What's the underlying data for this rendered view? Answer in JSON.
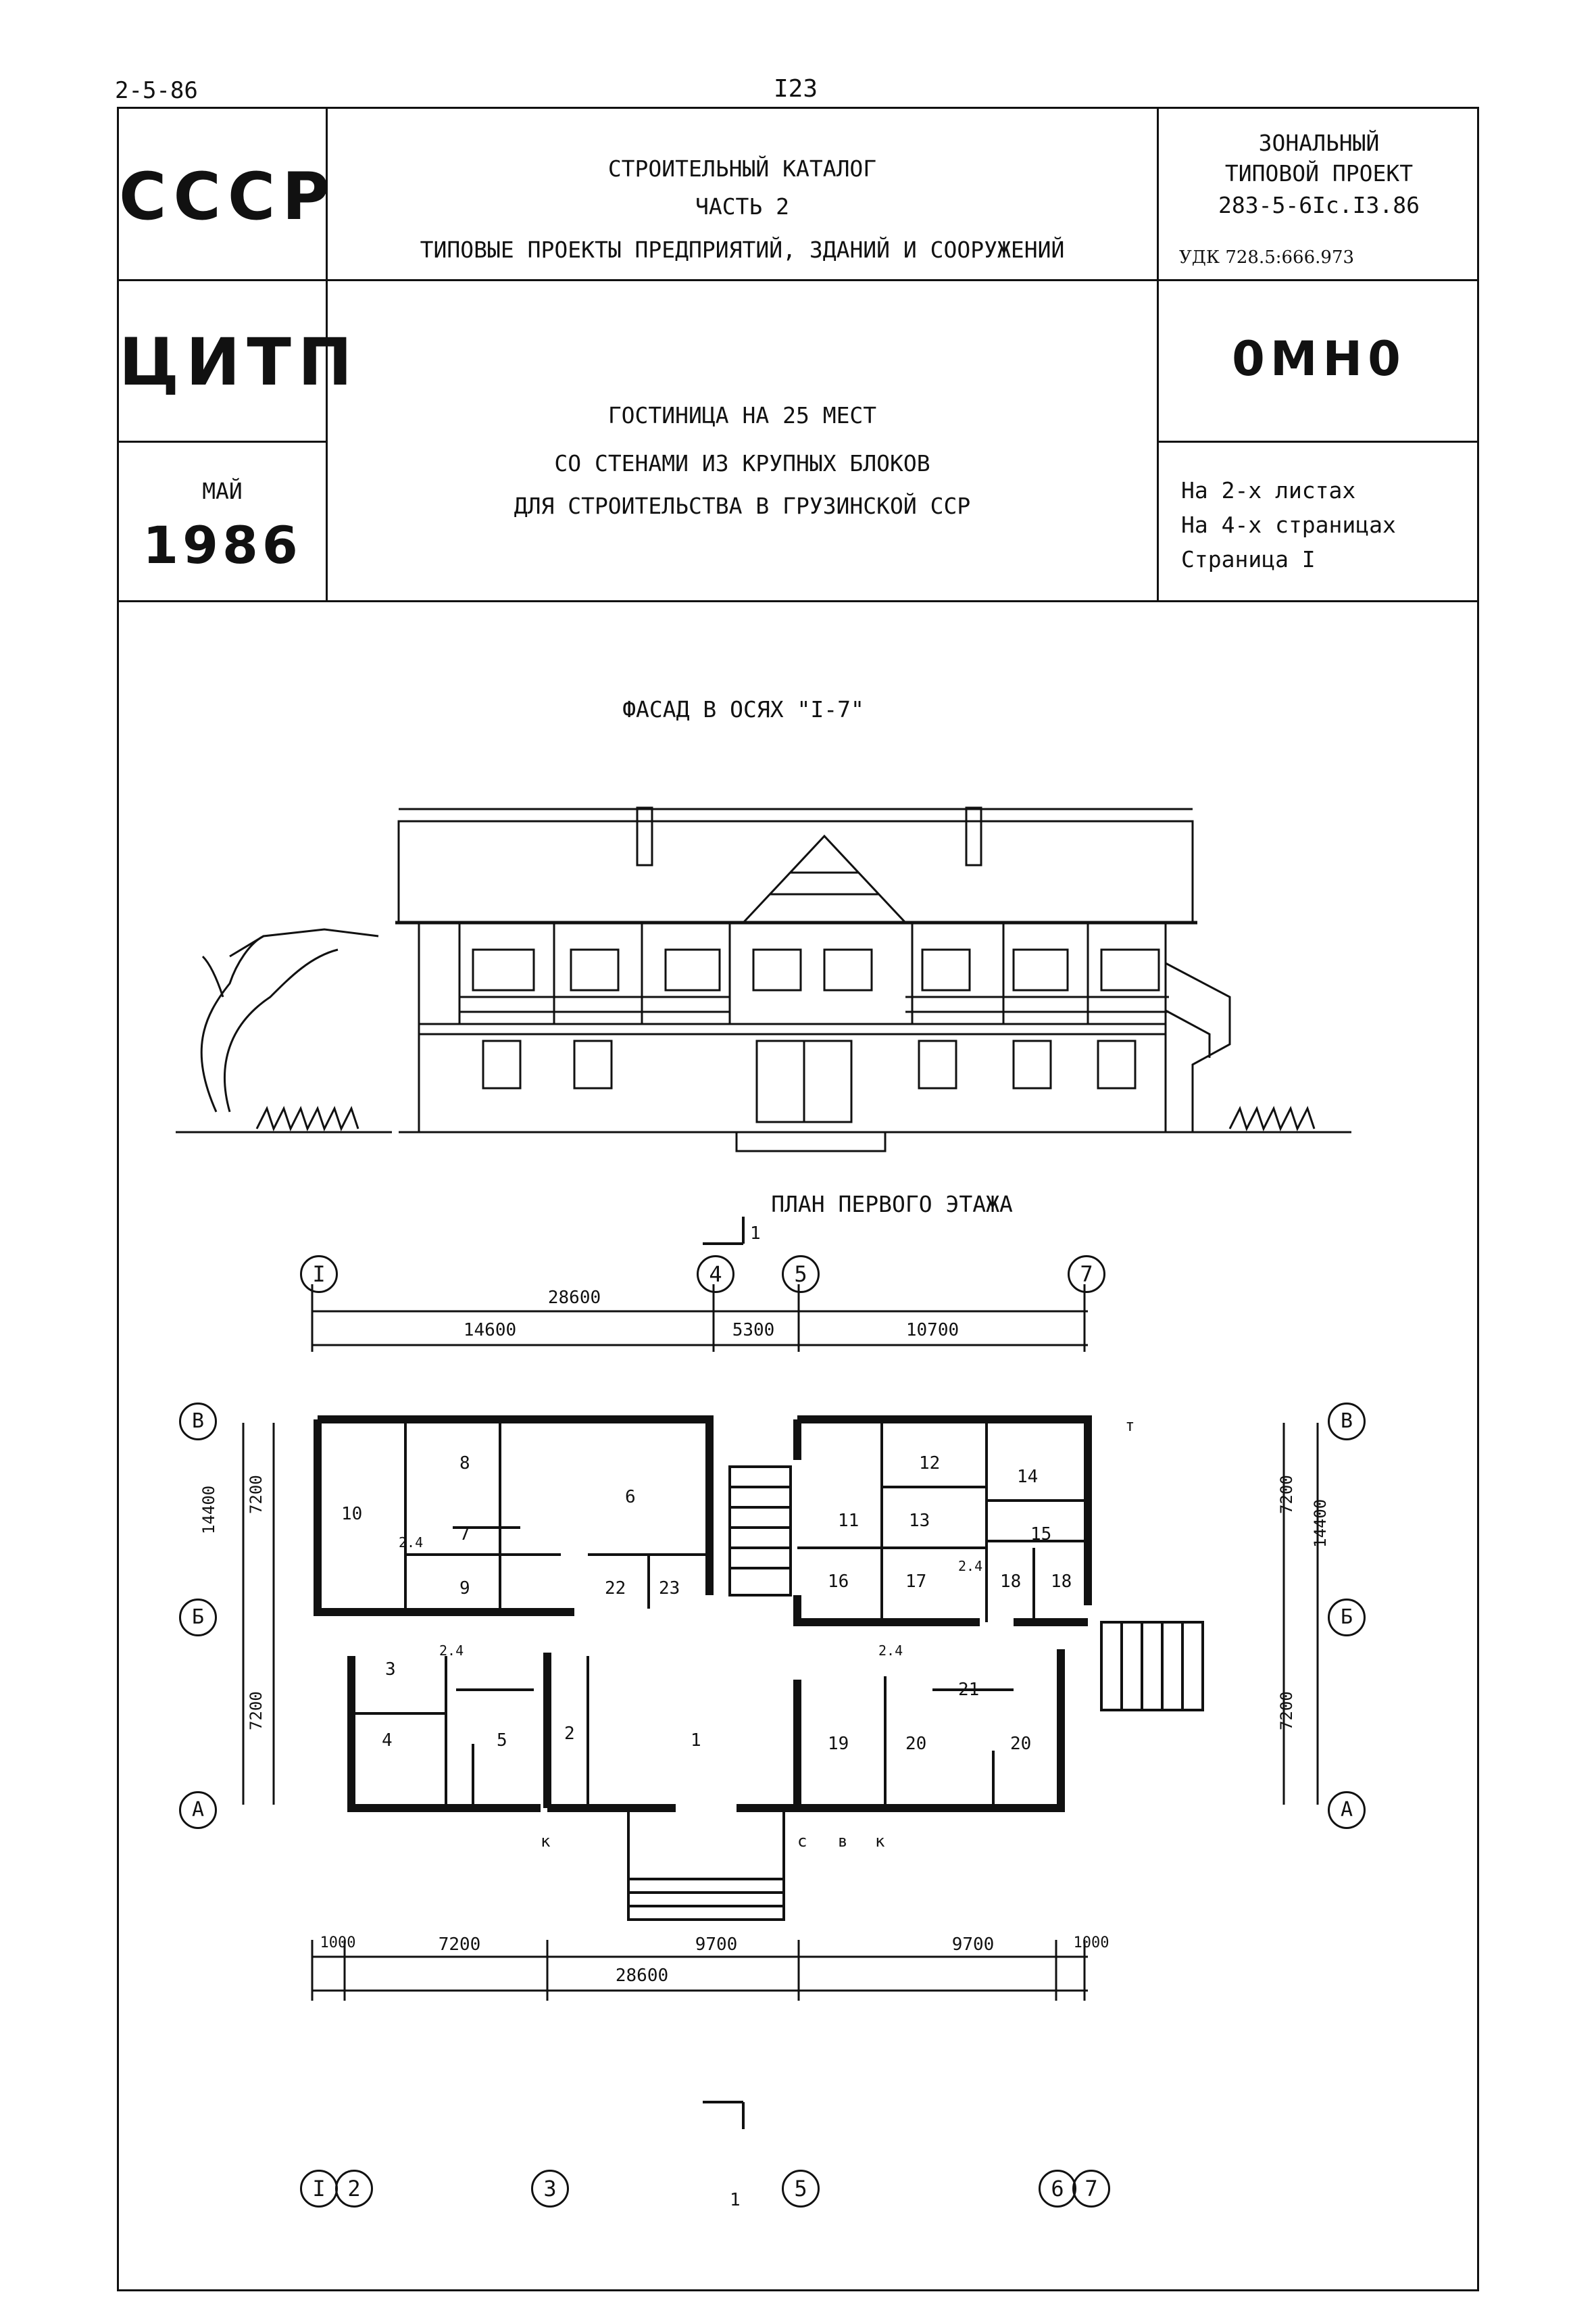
{
  "page": {
    "code": "2-5-86",
    "number": "I23"
  },
  "header": {
    "left_top": "СССР",
    "left_mid": "ЦИТП",
    "month": "МАЙ",
    "year": "1986",
    "catalog_line1": "СТРОИТЕЛЬНЫЙ КАТАЛОГ",
    "catalog_line2": "ЧАСТЬ  2",
    "catalog_line3": "ТИПОВЫЕ ПРОЕКТЫ ПРЕДПРИЯТИЙ, ЗДАНИЙ И СООРУЖЕНИЙ",
    "project_line1": "ЗОНАЛЬНЫЙ",
    "project_line2": "ТИПОВОЙ ПРОЕКТ",
    "project_line3": "283-5-6Iс.I3.86",
    "udk": "УДК 728.5:666.973",
    "code_big": "0МН0",
    "title_line1": "ГОСТИНИЦА НА 25 МЕСТ",
    "title_line2": "СО СТЕНАМИ ИЗ КРУПНЫХ БЛОКОВ",
    "title_line3": "ДЛЯ СТРОИТЕЛЬСТВА В ГРУЗИНСКОЙ ССР",
    "sheets_line1": "На 2-х листах",
    "sheets_line2": "На 4-х страницах",
    "sheets_line3": "Страница  I"
  },
  "facade": {
    "caption": "ФАСАД В ОСЯХ \"I-7\""
  },
  "plan": {
    "caption": "ПЛАН ПЕРВОГО ЭТАЖА",
    "top_axes": [
      "I",
      "4",
      "5",
      "7"
    ],
    "top_overall": "28600",
    "top_dims": [
      "14600",
      "5300",
      "10700"
    ],
    "bottom_axes": [
      "I",
      "2",
      "3",
      "5",
      "6",
      "7"
    ],
    "bottom_dims": [
      "1000",
      "7200",
      "9700",
      "9700",
      "1000"
    ],
    "bottom_overall": "28600",
    "row_axes": [
      "В",
      "Б",
      "А"
    ],
    "left_dims": [
      "14400",
      "7200",
      "7200"
    ],
    "right_dims": [
      "7200",
      "14400",
      "7200"
    ],
    "section_mark": "1",
    "entrance_labels": [
      "к",
      "с",
      "в",
      "к",
      "т"
    ],
    "rooms": [
      "10",
      "8",
      "7",
      "2.4",
      "9",
      "6",
      "22",
      "23",
      "11",
      "12",
      "13",
      "14",
      "15",
      "16",
      "17",
      "2.4",
      "18",
      "18",
      "3",
      "2.4",
      "4",
      "5",
      "2",
      "1",
      "19",
      "20",
      "20",
      "21",
      "2.4"
    ]
  }
}
